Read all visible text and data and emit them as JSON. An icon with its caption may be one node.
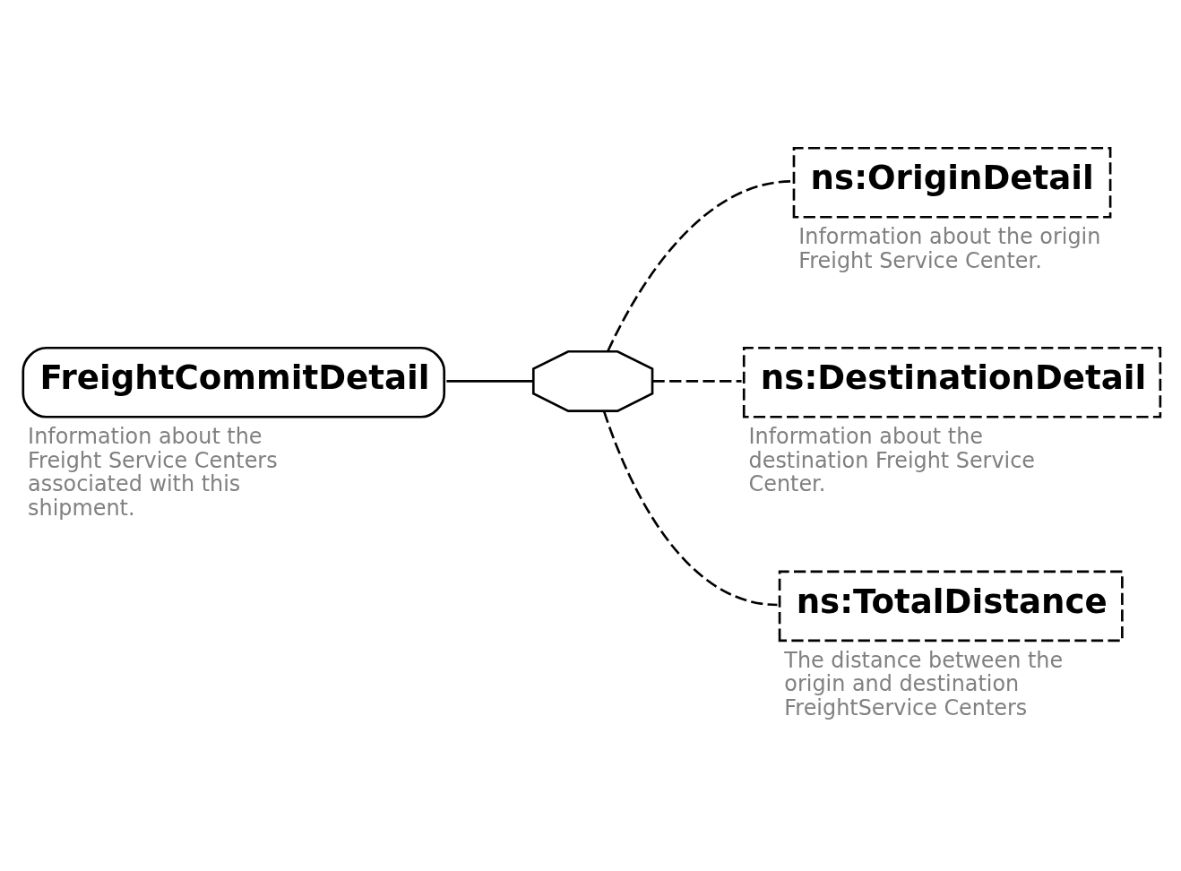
{
  "diagram": {
    "nodes": [
      {
        "text": [
          "FreightCommitDetail"
        ],
        "beside": [
          "Information about the Freight Service Centers associated with this shipment."
        ]
      },
      {
        "text": [],
        "shape": "octagon"
      },
      {
        "text": [
          "ns:OriginDetail"
        ],
        "beside": [
          "Information about the origin Freight Service Center."
        ]
      },
      {
        "text": [
          "ns:DestinationDetail"
        ],
        "beside": [
          "Information about the destination Freight Service Center."
        ]
      },
      {
        "text": [
          "ns:TotalDistance"
        ],
        "beside": [
          "The distance between the origin and destination FreightService Centers"
        ]
      }
    ],
    "edges": [
      {
        "from": 0,
        "to": 1,
        "arrow": "none"
      },
      {
        "from": 1,
        "to": 2,
        "arrow": "none",
        "style": "dashed"
      },
      {
        "from": 1,
        "to": 3,
        "arrow": "none",
        "style": "dashed"
      },
      {
        "from": 1,
        "to": 4,
        "arrow": "none",
        "style": "dashed"
      }
    ]
  }
}
